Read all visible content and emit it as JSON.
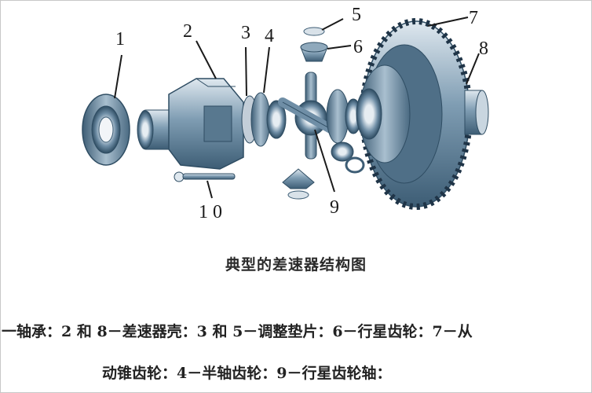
{
  "figure": {
    "title": "典型的差速器结构图",
    "labels": [
      {
        "id": "1",
        "text": "1"
      },
      {
        "id": "2",
        "text": "2"
      },
      {
        "id": "3",
        "text": "3"
      },
      {
        "id": "4",
        "text": "4"
      },
      {
        "id": "5",
        "text": "5"
      },
      {
        "id": "6",
        "text": "6"
      },
      {
        "id": "7",
        "text": "7"
      },
      {
        "id": "8",
        "text": "8"
      },
      {
        "id": "9",
        "text": "9"
      },
      {
        "id": "10",
        "text": "1 0"
      }
    ],
    "caption": {
      "line1": "一轴承：2 和 8－差速器壳：3 和 5－调整垫片：6－行星齿轮：7－从",
      "line2": "动锥齿轮：4－半轴齿轮：9－行星齿轮轴："
    },
    "colors": {
      "metal_dark": "#3f5f78",
      "metal_mid": "#6f8ea6",
      "metal_light": "#c9d6e0",
      "highlight": "#eef3f7",
      "line": "#1a1a1a"
    }
  }
}
